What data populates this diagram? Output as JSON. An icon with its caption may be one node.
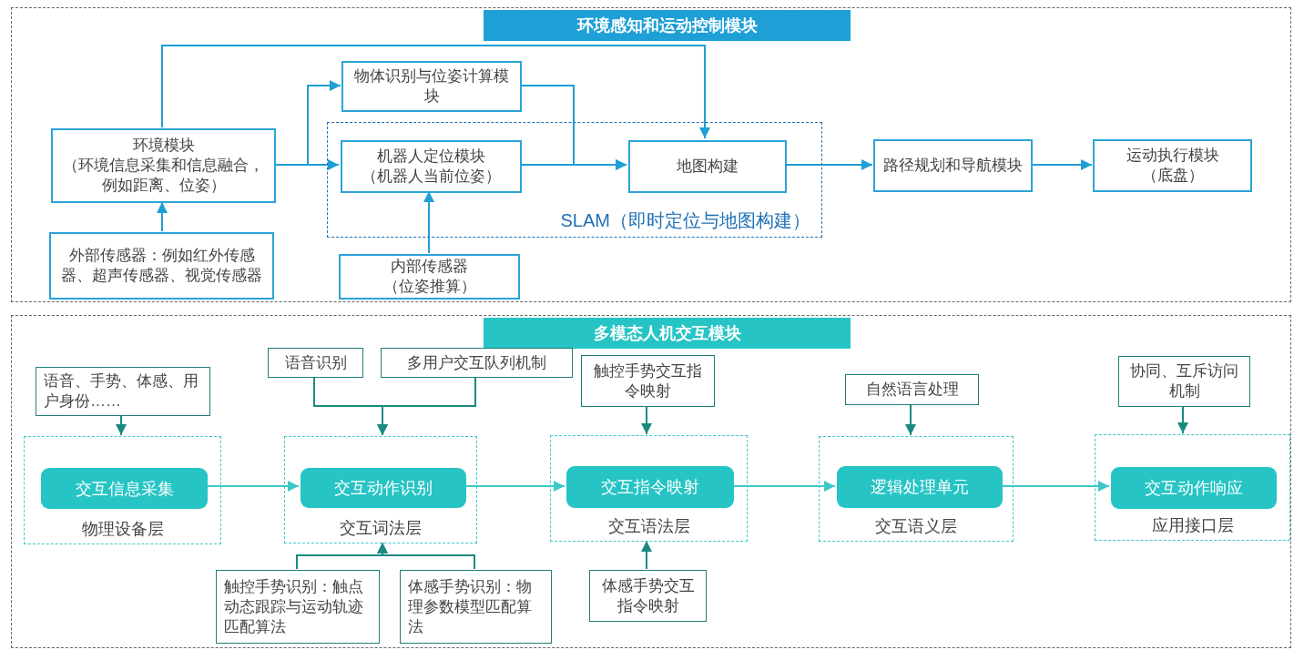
{
  "diagram": {
    "nodes": [
      {
        "text": [
          "环境感知和运动控制模块"
        ]
      },
      {
        "text": [
          "环境模块",
          "（环境信息采集和信息融合，例如距离、位姿）"
        ],
        "in": 0
      },
      {
        "text": [
          "物体识别与位姿计算模块"
        ],
        "in": 0
      },
      {
        "text": [
          "SLAM（即时定位与地图构建）"
        ],
        "in": 0
      },
      {
        "text": [
          "机器人定位模块",
          "（机器人当前位姿）"
        ],
        "in": 3
      },
      {
        "text": [
          "地图构建"
        ],
        "in": 3
      },
      {
        "text": [
          "路径规划和导航模块"
        ],
        "in": 0
      },
      {
        "text": [
          "运动执行模块",
          "（底盘）"
        ],
        "in": 0
      },
      {
        "text": [
          "外部传感器：例如红外传感器、超声传感器、视觉传感器"
        ],
        "in": 0
      },
      {
        "text": [
          "内部传感器",
          "（位姿推算）"
        ],
        "in": 0
      },
      {
        "text": [
          "多模态人机交互模块"
        ]
      },
      {
        "text": [
          "语音、手势、体感、用户身份……"
        ],
        "in": 10
      },
      {
        "text": [
          "物理设备层"
        ],
        "in": 10
      },
      {
        "text": [
          "交互信息采集"
        ],
        "in": 12
      },
      {
        "text": [
          "语音识别"
        ],
        "in": 10
      },
      {
        "text": [
          "多用户交互队列机制"
        ],
        "in": 10
      },
      {
        "text": [
          "交互词法层"
        ],
        "in": 10
      },
      {
        "text": [
          "交互动作识别"
        ],
        "in": 16
      },
      {
        "text": [
          "触控手势识别：触点动态跟踪与运动轨迹匹配算法"
        ],
        "in": 10
      },
      {
        "text": [
          "体感手势识别：物理参数模型匹配算法"
        ],
        "in": 10
      },
      {
        "text": [
          "触控手势交互指令映射"
        ],
        "in": 10
      },
      {
        "text": [
          "交互语法层"
        ],
        "in": 10
      },
      {
        "text": [
          "交互指令映射"
        ],
        "in": 21
      },
      {
        "text": [
          "体感手势交互指令映射"
        ],
        "in": 10
      },
      {
        "text": [
          "自然语言处理"
        ],
        "in": 10
      },
      {
        "text": [
          "交互语义层"
        ],
        "in": 10
      },
      {
        "text": [
          "逻辑处理单元"
        ],
        "in": 25
      },
      {
        "text": [
          "协同、互斥访问机制"
        ],
        "in": 10
      },
      {
        "text": [
          "应用接口层"
        ],
        "in": 10
      },
      {
        "text": [
          "交互动作响应"
        ],
        "in": 28
      }
    ],
    "edges": [
      {
        "from": 1,
        "to": 5,
        "arrow": "to"
      },
      {
        "from": 1,
        "to": 2,
        "arrow": "to"
      },
      {
        "from": 1,
        "to": 4,
        "arrow": "to"
      },
      {
        "from": 4,
        "to": 5,
        "arrow": "to"
      },
      {
        "from": 2,
        "to": 5,
        "arrow": "to"
      },
      {
        "from": 5,
        "to": 6,
        "arrow": "to"
      },
      {
        "from": 6,
        "to": 7,
        "arrow": "to"
      },
      {
        "from": 8,
        "to": 1,
        "arrow": "to"
      },
      {
        "from": 9,
        "to": 4,
        "arrow": "to"
      },
      {
        "from": 11,
        "to": 12,
        "arrow": "to",
        "color": "#1a8a80"
      },
      {
        "from": 14,
        "to": 16,
        "arrow": "to",
        "color": "#1a8a80"
      },
      {
        "from": 15,
        "to": 16,
        "arrow": "to",
        "color": "#1a8a80"
      },
      {
        "from": 18,
        "to": 16,
        "arrow": "to",
        "color": "#1a8a80"
      },
      {
        "from": 19,
        "to": 16,
        "arrow": "to",
        "color": "#1a8a80"
      },
      {
        "from": 20,
        "to": 21,
        "arrow": "to",
        "color": "#1a8a80"
      },
      {
        "from": 23,
        "to": 21,
        "arrow": "to",
        "color": "#1a8a80"
      },
      {
        "from": 24,
        "to": 25,
        "arrow": "to",
        "color": "#1a8a80"
      },
      {
        "from": 27,
        "to": 28,
        "arrow": "to",
        "color": "#1a8a80"
      },
      {
        "from": 13,
        "to": 17,
        "arrow": "to",
        "color": "#3cc8c8"
      },
      {
        "from": 17,
        "to": 22,
        "arrow": "to",
        "color": "#3cc8c8"
      },
      {
        "from": 22,
        "to": 26,
        "arrow": "to",
        "color": "#3cc8c8"
      },
      {
        "from": 26,
        "to": 29,
        "arrow": "to",
        "color": "#3cc8c8"
      }
    ]
  }
}
